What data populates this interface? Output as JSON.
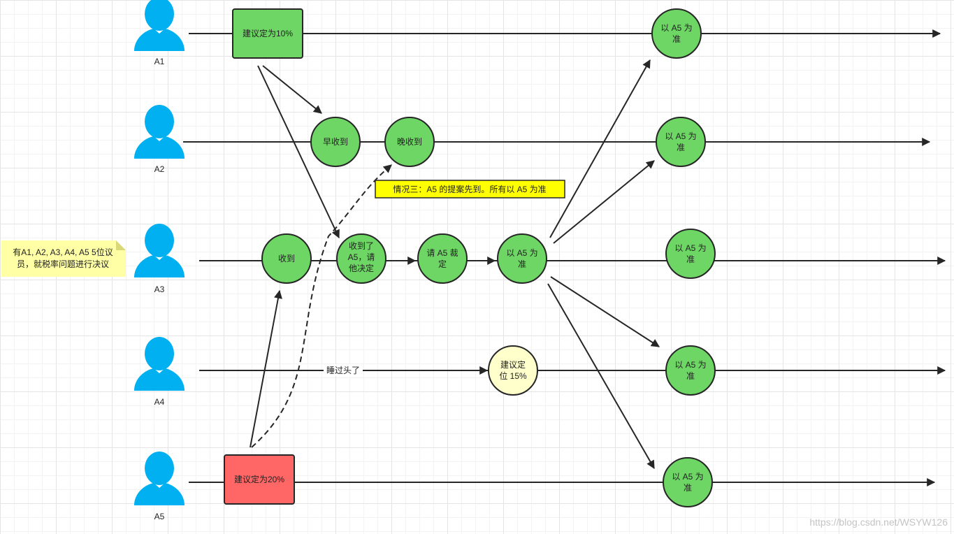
{
  "diagram": {
    "intro_note": [
      "有A1, A2, A3, A4, A5 5位议",
      "员，就税率问题进行决议"
    ],
    "actors": [
      {
        "id": "A1",
        "label": "A1"
      },
      {
        "id": "A2",
        "label": "A2"
      },
      {
        "id": "A3",
        "label": "A3"
      },
      {
        "id": "A4",
        "label": "A4"
      },
      {
        "id": "A5",
        "label": "A5"
      }
    ],
    "nodes": {
      "a1_propose": [
        "建议定为10%"
      ],
      "a1_final": [
        "以 A5 为",
        "准"
      ],
      "a2_early": [
        "早收到"
      ],
      "a2_late": [
        "晚收到"
      ],
      "a2_final": [
        "以 A5 为",
        "准"
      ],
      "a3_received": [
        "收到"
      ],
      "a3_received_a5": [
        "收到了",
        "A5，请",
        "他决定"
      ],
      "a3_ask_a5": [
        "请 A5 裁",
        "定"
      ],
      "a3_use_a5": [
        "以 A5 为",
        "准"
      ],
      "a3_final": [
        "以 A5 为",
        "准"
      ],
      "a4_propose": [
        "建议定",
        "位 15%"
      ],
      "a4_final": [
        "以 A5 为",
        "准"
      ],
      "a5_propose": [
        "建议定为20%"
      ],
      "a5_final": [
        "以 A5 为",
        "准"
      ]
    },
    "edge_labels": {
      "a4_overslept": "睡过头了"
    },
    "callout": "情况三：A5 的提案先到。所有以 A5 为准",
    "colors": {
      "node_green": "#6dd664",
      "a5_red": "#ff6666",
      "pending_yellow": "#ffffcc",
      "actor_blue": "#00b0f0",
      "callout_yellow": "#ffff00",
      "note_yellow": "#ffffa6",
      "stroke": "#262626"
    },
    "watermark": "https://blog.csdn.net/WSYW126"
  }
}
